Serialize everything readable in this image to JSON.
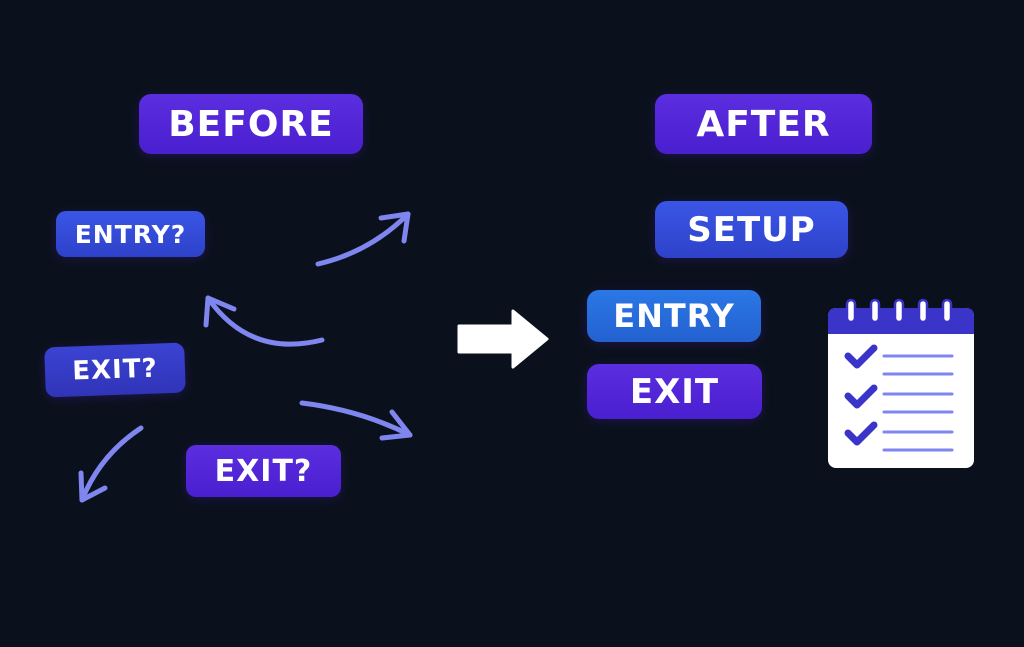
{
  "before": {
    "title": "BEFORE",
    "items": [
      "ENTRY?",
      "EXIT?",
      "EXIT?"
    ]
  },
  "after": {
    "title": "AFTER",
    "steps": [
      "SETUP",
      "ENTRY",
      "EXIT"
    ]
  },
  "icons": {
    "transition": "right-arrow-icon",
    "scattered": "curved-arrow-icon",
    "checklist": "checklist-notepad-icon"
  },
  "colors": {
    "background": "#0b111c",
    "purple": "#5126d8",
    "blue": "#3448d6",
    "arrow_lavender": "#7f86ef",
    "check_indigo": "#3a34c8"
  }
}
